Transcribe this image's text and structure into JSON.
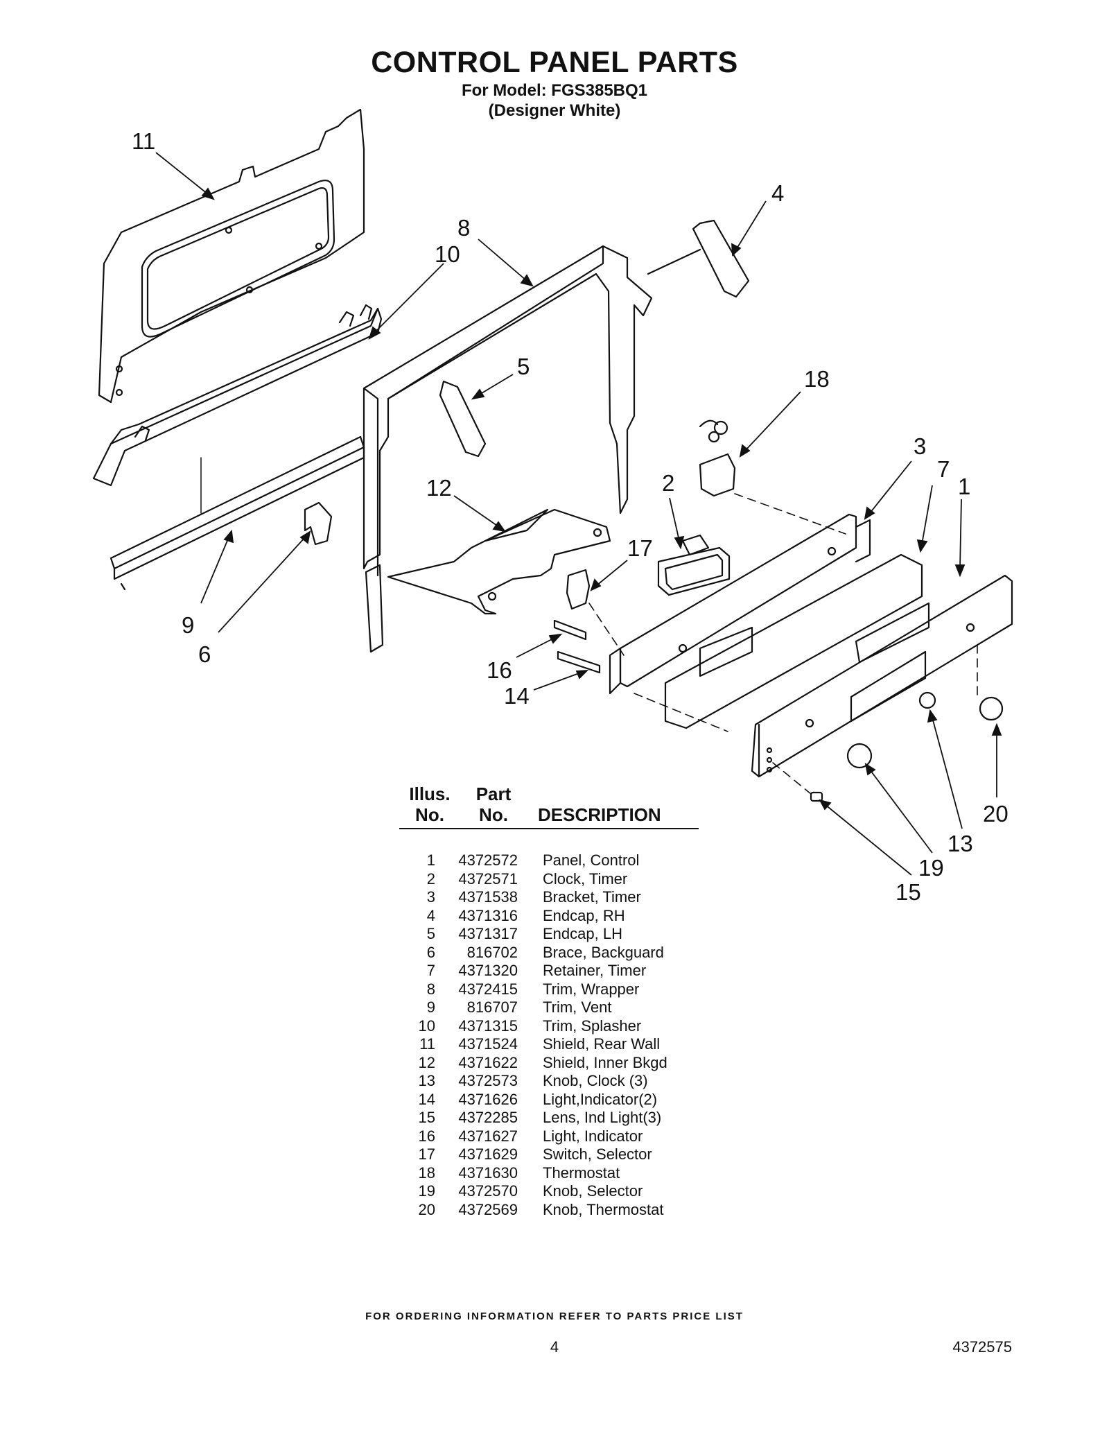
{
  "header": {
    "title": "CONTROL PANEL PARTS",
    "model": "For Model: FGS385BQ1",
    "variant": "(Designer White)"
  },
  "diagram": {
    "callouts": [
      "11",
      "8",
      "10",
      "4",
      "5",
      "18",
      "3",
      "7",
      "1",
      "2",
      "12",
      "17",
      "9",
      "6",
      "16",
      "14",
      "20",
      "13",
      "19",
      "15"
    ]
  },
  "table": {
    "headers": {
      "illus_line1": "Illus.",
      "illus_line2": "No.",
      "part_line1": "Part",
      "part_line2": "No.",
      "description": "DESCRIPTION"
    },
    "rows": [
      {
        "illus": "1",
        "part": "4372572",
        "description": "Panel, Control"
      },
      {
        "illus": "2",
        "part": "4372571",
        "description": "Clock, Timer"
      },
      {
        "illus": "3",
        "part": "4371538",
        "description": "Bracket, Timer"
      },
      {
        "illus": "4",
        "part": "4371316",
        "description": "Endcap, RH"
      },
      {
        "illus": "5",
        "part": "4371317",
        "description": "Endcap, LH"
      },
      {
        "illus": "6",
        "part": "816702",
        "description": "Brace, Backguard"
      },
      {
        "illus": "7",
        "part": "4371320",
        "description": "Retainer, Timer"
      },
      {
        "illus": "8",
        "part": "4372415",
        "description": "Trim, Wrapper"
      },
      {
        "illus": "9",
        "part": "816707",
        "description": "Trim, Vent"
      },
      {
        "illus": "10",
        "part": "4371315",
        "description": "Trim, Splasher"
      },
      {
        "illus": "11",
        "part": "4371524",
        "description": "Shield, Rear Wall"
      },
      {
        "illus": "12",
        "part": "4371622",
        "description": "Shield, Inner Bkgd"
      },
      {
        "illus": "13",
        "part": "4372573",
        "description": "Knob, Clock (3)"
      },
      {
        "illus": "14",
        "part": "4371626",
        "description": "Light,Indicator(2)"
      },
      {
        "illus": "15",
        "part": "4372285",
        "description": "Lens, Ind Light(3)"
      },
      {
        "illus": "16",
        "part": "4371627",
        "description": "Light, Indicator"
      },
      {
        "illus": "17",
        "part": "4371629",
        "description": "Switch, Selector"
      },
      {
        "illus": "18",
        "part": "4371630",
        "description": "Thermostat"
      },
      {
        "illus": "19",
        "part": "4372570",
        "description": "Knob, Selector"
      },
      {
        "illus": "20",
        "part": "4372569",
        "description": "Knob, Thermostat"
      }
    ]
  },
  "footer": {
    "notice": "FOR ORDERING INFORMATION REFER TO PARTS PRICE LIST",
    "page": "4",
    "doc_number": "4372575"
  }
}
